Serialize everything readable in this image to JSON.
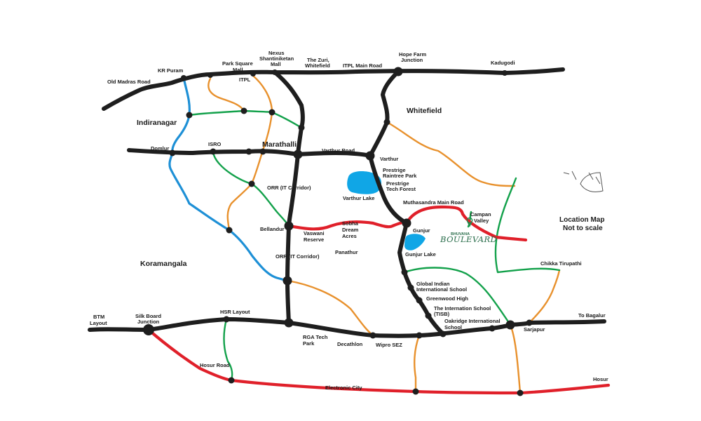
{
  "labels": {
    "old_madras_road": "Old Madras Road",
    "kr_puram": "KR Puram",
    "park_square_1": "Park Square",
    "park_square_2": "Mall",
    "itpl": "ITPL",
    "nexus_1": "Nexus",
    "nexus_2": "Shantiniketan",
    "nexus_3": "Mall",
    "zuri_1": "The Zuri,",
    "zuri_2": "Whitefield",
    "itpl_main_road": "ITPL Main Road",
    "hope_farm_1": "Hope Farm",
    "hope_farm_2": "Junction",
    "kadugodi": "Kadugodi",
    "whitefield": "Whitefield",
    "indiranagar": "Indiranagar",
    "domlur": "Domlur",
    "isro": "ISRO",
    "marathalli": "Marathalli",
    "varthur_road": "Varthur Road",
    "varthur": "Varthur",
    "prestige_raintree_1": "Prestrige",
    "prestige_raintree_2": "Raintree Park",
    "prestige_tech_1": "Prestrige",
    "prestige_tech_2": "Tech Forest",
    "varthur_lake": "Varthur Lake",
    "orr_it_corridor_1": "ORR (IT Corridor)",
    "muthasandra": "Muthasandra Main Road",
    "campan_1": "Campan",
    "campan_2": "Valley",
    "bellandur": "Bellandur",
    "vaswani_1": "Vaswani",
    "vaswani_2": "Reserve",
    "sobha_1": "Sobha",
    "sobha_2": "Dream",
    "sobha_3": "Acres",
    "gunjur": "Gunjur",
    "gunjur_lake": "Gunjur Lake",
    "panathur": "Panathur",
    "orr_it_corridor_2": "ORR (IT Corridor)",
    "koramangala": "Koramangala",
    "chikka": "Chikka Tirupathi",
    "global_1": "Global Indian",
    "global_2": "International School",
    "greenwood": "Greenwood High",
    "tisb_1": "The Internation School",
    "tisb_2": "(TISB)",
    "oakridge_1": "Oakridge International",
    "oakridge_2": "School",
    "btm_1": "BTM",
    "btm_2": "Layout",
    "silk_1": "Silk Board",
    "silk_2": "Junction",
    "hsr": "HSR Layout",
    "rga_1": "RGA Tech",
    "rga_2": "Park",
    "decathlon": "Decathlon",
    "wipro": "Wipro SEZ",
    "sarjapur": "Sarjapur",
    "to_bagalur": "To Bagalur",
    "hosur_road": "Hosur Road",
    "electronic_city": "Electronic City",
    "hosur": "Hosur",
    "location_map_1": "Location Map",
    "location_map_2": "Not to scale",
    "project_small": "BHUVANA",
    "project_big": "BOULEVARD"
  },
  "legend_colors": {
    "main_road": "#1e1e1e",
    "blue_road": "#1e90d6",
    "green_road": "#13a14b",
    "orange_road": "#e8912d",
    "red_road": "#e0202a",
    "lake": "#10a6e6"
  }
}
